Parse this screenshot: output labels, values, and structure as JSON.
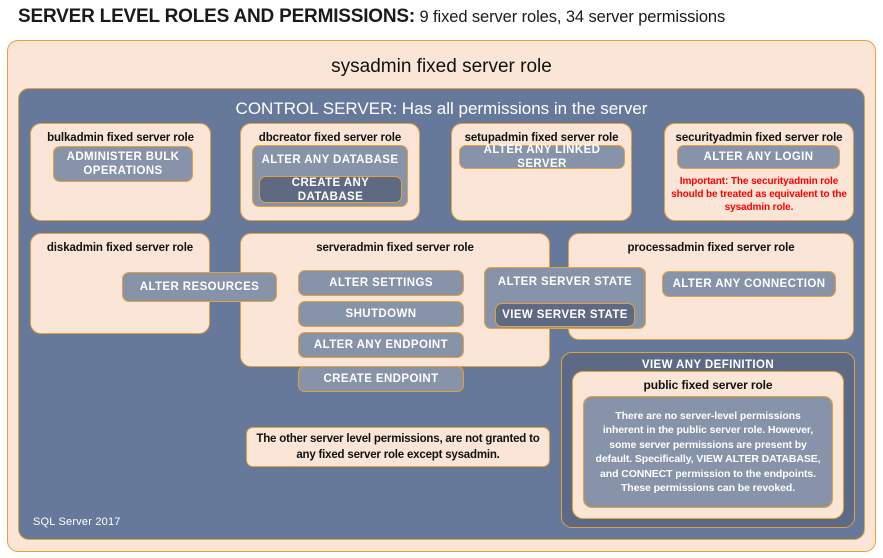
{
  "header": {
    "title": "SERVER LEVEL ROLES AND PERMISSIONS:",
    "subtitle": " 9 fixed server roles, 34 server permissions"
  },
  "colors": {
    "background_blue": "#67799b",
    "cream": "#fae5d6",
    "gold_border": "#e3a23c",
    "permission_grey": "#8793a9",
    "permission_grey_dark": "#5e6a82",
    "alert_red": "#ff0000"
  },
  "sysadmin": {
    "label": "sysadmin fixed server role"
  },
  "control_server": {
    "label": "CONTROL SERVER: Has all permissions in the server"
  },
  "roles": {
    "bulkadmin": {
      "title": "bulkadmin fixed server role",
      "permissions": [
        "ADMINISTER  BULK OPERATIONS"
      ]
    },
    "dbcreator": {
      "title": "dbcreator fixed server role",
      "outer_permission": "ALTER ANY DATABASE",
      "inner_permission": "CREATE  ANY DATABASE"
    },
    "setupadmin": {
      "title": "setupadmin fixed server role",
      "permissions": [
        "ALTER ANY LINKED SERVER"
      ]
    },
    "securityadmin": {
      "title": "securityadmin fixed server role",
      "permissions": [
        "ALTER ANY LOGIN"
      ],
      "warning": "Important:  The securityadmin role should  be treated as equivalent to the  sysadmin role."
    },
    "diskadmin": {
      "title": "diskadmin fixed server role",
      "permissions": [
        "ALTER RESOURCES"
      ]
    },
    "serveradmin": {
      "title": "serveradmin fixed server role",
      "permissions": [
        "ALTER SETTINGS",
        "SHUTDOWN",
        "ALTER ANY ENDPOINT",
        "CREATE  ENDPOINT"
      ],
      "shared_outer_permission": "ALTER SERVER STATE",
      "shared_inner_permission": "VIEW SERVER STATE"
    },
    "processadmin": {
      "title": "processadmin fixed server role",
      "permissions": [
        "ALTER ANY CONNECTION"
      ]
    },
    "public": {
      "view_any_definition": "VIEW ANY DEFINITION",
      "title": "public  fixed server role",
      "body": "There are no server-level permissions inherent in the public server role. However, some server permissions are present by default. Specifically, VIEW ALTER DATABASE, and CONNECT permission to the endpoints. These permissions can be revoked."
    }
  },
  "notes": {
    "other_permissions": "The other server level permissions,  are not granted to any fixed server role except sysadmin."
  },
  "footer": {
    "product": "SQL Server 2017"
  }
}
